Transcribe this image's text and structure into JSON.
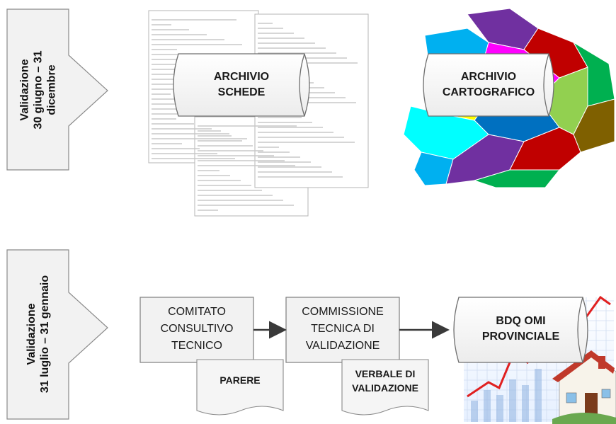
{
  "phase1": {
    "label_lines": [
      "Validazione",
      "30 giugno – 31",
      "dicembre"
    ]
  },
  "phase2": {
    "label_lines": [
      "Validazione",
      "31 luglio – 31 gennaio"
    ]
  },
  "nodes": {
    "archivio_schede": {
      "lines": [
        "ARCHIVIO",
        "SCHEDE"
      ]
    },
    "archivio_cartografico": {
      "lines": [
        "ARCHIVIO",
        "CARTOGRAFICO"
      ]
    },
    "comitato": {
      "lines": [
        "COMITATO",
        "CONSULTIVO",
        "TECNICO"
      ]
    },
    "commissione": {
      "lines": [
        "COMMISSIONE",
        "TECNICA DI",
        "VALIDAZIONE"
      ]
    },
    "bdq": {
      "lines": [
        "BDQ OMI",
        "PROVINCIALE"
      ]
    },
    "parere": {
      "lines": [
        "PARERE"
      ]
    },
    "verbale": {
      "lines": [
        "VERBALE DI",
        "VALIDAZIONE"
      ]
    }
  },
  "colors": {
    "box_fill": "#f2f2f2",
    "box_stroke": "#7f7f7f",
    "connector": "#3a3a3a",
    "map_regions": [
      "#00b0f0",
      "#7030a0",
      "#c00000",
      "#00b050",
      "#ff00ff",
      "#ffff00",
      "#0070c0",
      "#92d050",
      "#7f6000",
      "#00ffff"
    ]
  }
}
